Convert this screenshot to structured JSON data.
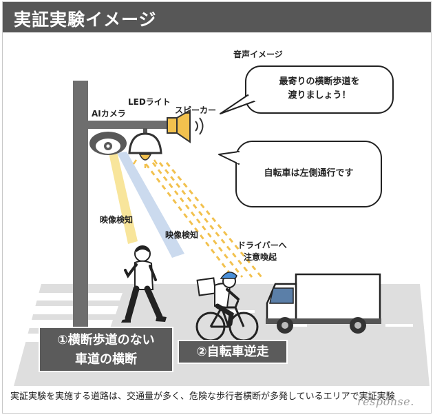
{
  "title": "実証実験イメージ",
  "labels": {
    "voice_image": "音声イメージ",
    "ai_camera": "AIカメラ",
    "led_light": "LEDライト",
    "speaker": "スピーカー",
    "video_detect_1": "映像検知",
    "video_detect_2": "映像検知",
    "driver_alert_line1": "ドライバーへ",
    "driver_alert_line2": "注意喚起"
  },
  "bubbles": {
    "top_line1": "最寄りの横断歩道を",
    "top_line2": "渡りましょう！",
    "bottom": "自転車は左側通行です"
  },
  "scenarios": {
    "one_line1": "①横断歩道のない",
    "one_line2": "車道の横断",
    "two": "②自転車逆走"
  },
  "caption": "実証実験を実施する道路は、交通量が多く、危険な歩行者横断が多発しているエリアで実証実験",
  "watermark": "response.",
  "colors": {
    "title_bg": "#575757",
    "pole": "#6e6e6e",
    "speaker": "#f2c14e",
    "beam_yellow": "#f7e08a",
    "beam_blue": "#b9cde8",
    "road": "#dedede",
    "scenario_bg": "#5b5b5b"
  }
}
